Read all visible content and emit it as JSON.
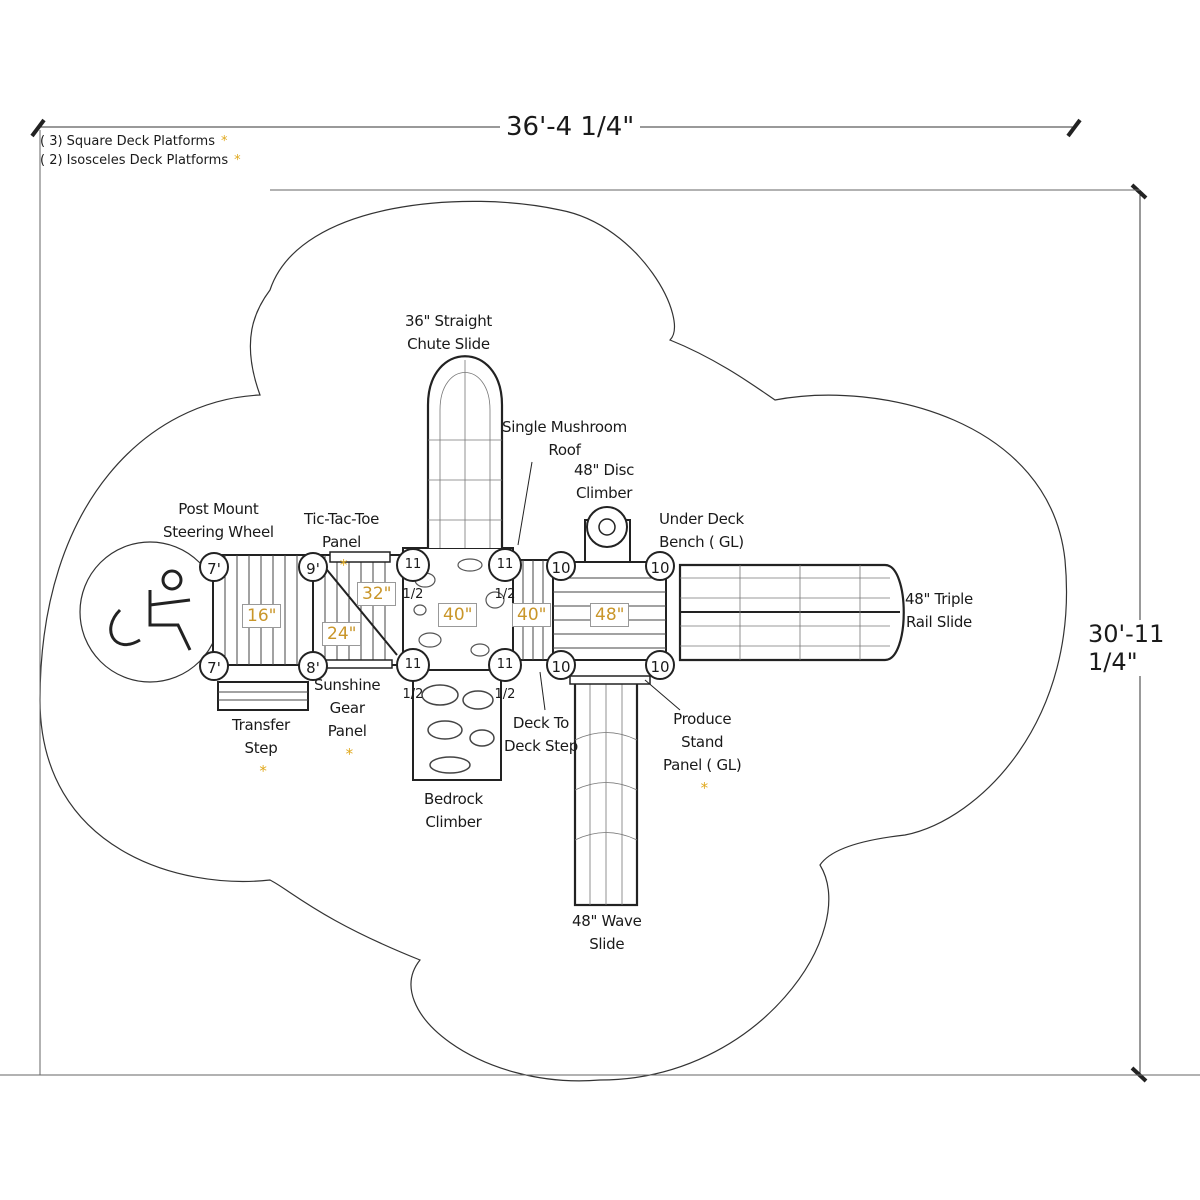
{
  "legend": [
    {
      "text": "( 3) Square Deck Platforms",
      "mark": "*"
    },
    {
      "text": "( 2) Isosceles Deck Platforms",
      "mark": "*"
    }
  ],
  "dimensions": {
    "width": "36'-4 1/4\"",
    "height": "30'-11 1/4\""
  },
  "labels": {
    "chute_slide": [
      "36\" Straight",
      "Chute Slide"
    ],
    "mushroom_roof": [
      "Single Mushroom",
      "Roof"
    ],
    "disc_climber": [
      "48\" Disc",
      "Climber"
    ],
    "under_deck_bench": [
      "Under Deck",
      "Bench ( GL)"
    ],
    "triple_rail_slide": [
      "48\" Triple",
      "Rail Slide"
    ],
    "produce_stand": [
      "Produce",
      "Stand",
      "Panel ( GL)"
    ],
    "wave_slide": [
      "48\" Wave",
      "Slide"
    ],
    "deck_to_deck_step": [
      "Deck To",
      "Deck Step"
    ],
    "bedrock_climber": [
      "Bedrock",
      "Climber"
    ],
    "sunshine_gear": [
      "Sunshine",
      "Gear",
      "Panel"
    ],
    "transfer_step": [
      "Transfer",
      "Step"
    ],
    "post_mount_wheel": [
      "Post Mount",
      "Steering Wheel"
    ],
    "tic_tac_toe": [
      "Tic-Tac-Toe",
      "Panel"
    ],
    "mark": "*"
  },
  "deck_heights": [
    "16\"",
    "24\"",
    "32\"",
    "40\"",
    "40\"",
    "48\""
  ],
  "post_heights": [
    "7'",
    "7'",
    "9'",
    "8'",
    "11 1/2",
    "11 1/2",
    "11 1/2",
    "11 1/2",
    "10",
    "10",
    "10",
    "10"
  ],
  "colors": {
    "line": "#222222",
    "accent": "#c9962a",
    "star": "#e0a81c"
  }
}
